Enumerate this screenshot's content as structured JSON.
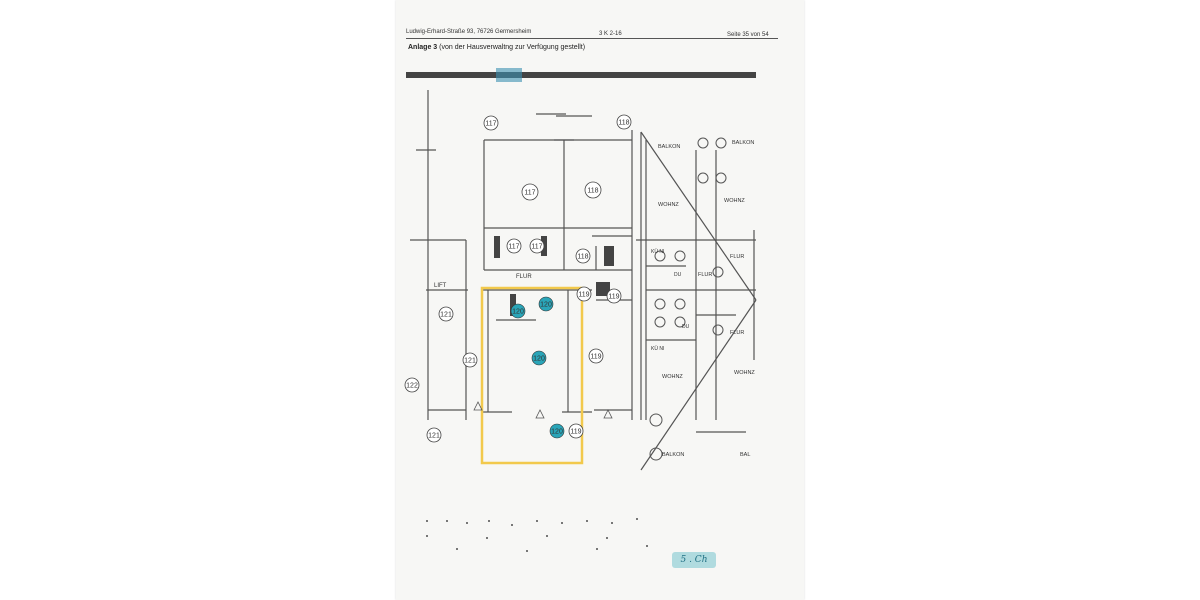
{
  "header": {
    "address": "Ludwig-Erhard-Straße 93, 76726 Germersheim",
    "file_no": "3 K 2-16",
    "page": "Seite 35 von 54"
  },
  "caption": {
    "label": "Anlage 3",
    "text": "(von der Hausverwaltng zur Verfügung gestellt)"
  },
  "plan": {
    "room_numbers": [
      "117",
      "118",
      "117",
      "118",
      "117",
      "117",
      "118",
      "119",
      "119",
      "121",
      "121",
      "122",
      "119",
      "121",
      "119"
    ],
    "highlighted_numbers": [
      "120",
      "120",
      "120",
      "120"
    ],
    "labels": {
      "balkon_1": "BALKON",
      "balkon_2": "BALKON",
      "balkon_3": "BALKON",
      "balkon_4": "BAL",
      "wohnz_1": "WOHNZ",
      "wohnz_2": "WOHNZ",
      "wohnz_3": "WOHNZ",
      "wohnz_4": "WOHNZ",
      "flur_main": "FLUR",
      "flur_1": "FLUR",
      "flur_2": "FLUR",
      "flur_3": "FLUR",
      "lift": "LIFT",
      "kueche_1": "KÜ NI",
      "kueche_2": "KÜ NI",
      "du_1": "DU",
      "du_2": "DU"
    },
    "highlight_color": "#f2c94c",
    "marker_color": "#2aa5b8"
  },
  "stamp": {
    "text": "5 . Ch"
  }
}
